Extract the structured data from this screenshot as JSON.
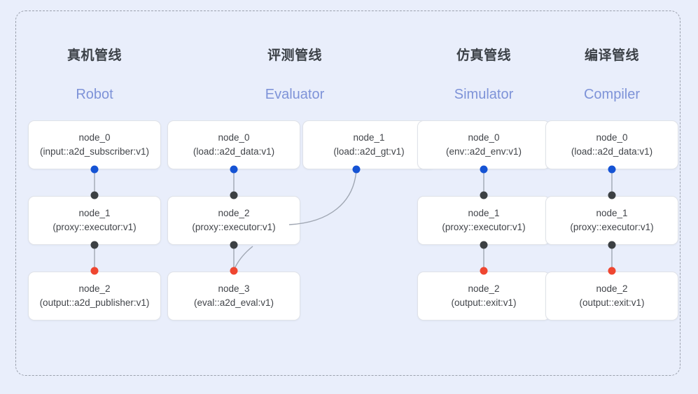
{
  "diagram": {
    "background_color": "#e9eefb",
    "frame_border_color": "#9aa0ac",
    "dot_colors": {
      "input": "#1553d4",
      "internal": "#3c4043",
      "output": "#ef4630"
    }
  },
  "columns": [
    {
      "id": "robot",
      "title_cn": "真机管线",
      "title_en": "Robot",
      "nodes": [
        {
          "name": "node_0",
          "type": "(input::a2d_subscriber:v1)"
        },
        {
          "name": "node_1",
          "type": "(proxy::executor:v1)"
        },
        {
          "name": "node_2",
          "type": "(output::a2d_publisher:v1)"
        }
      ]
    },
    {
      "id": "evaluator",
      "title_cn": "评测管线",
      "title_en": "Evaluator",
      "nodes": [
        {
          "name": "node_0",
          "type": "(load::a2d_data:v1)"
        },
        {
          "name": "node_1",
          "type": "(load::a2d_gt:v1)"
        },
        {
          "name": "node_2",
          "type": "(proxy::executor:v1)"
        },
        {
          "name": "node_3",
          "type": "(eval::a2d_eval:v1)"
        }
      ]
    },
    {
      "id": "simulator",
      "title_cn": "仿真管线",
      "title_en": "Simulator",
      "nodes": [
        {
          "name": "node_0",
          "type": "(env::a2d_env:v1)"
        },
        {
          "name": "node_1",
          "type": "(proxy::executor:v1)"
        },
        {
          "name": "node_2",
          "type": "(output::exit:v1)"
        }
      ]
    },
    {
      "id": "compiler",
      "title_cn": "编译管线",
      "title_en": "Compiler",
      "nodes": [
        {
          "name": "node_0",
          "type": "(load::a2d_data:v1)"
        },
        {
          "name": "node_1",
          "type": "(proxy::executor:v1)"
        },
        {
          "name": "node_2",
          "type": "(output::exit:v1)"
        }
      ]
    }
  ]
}
